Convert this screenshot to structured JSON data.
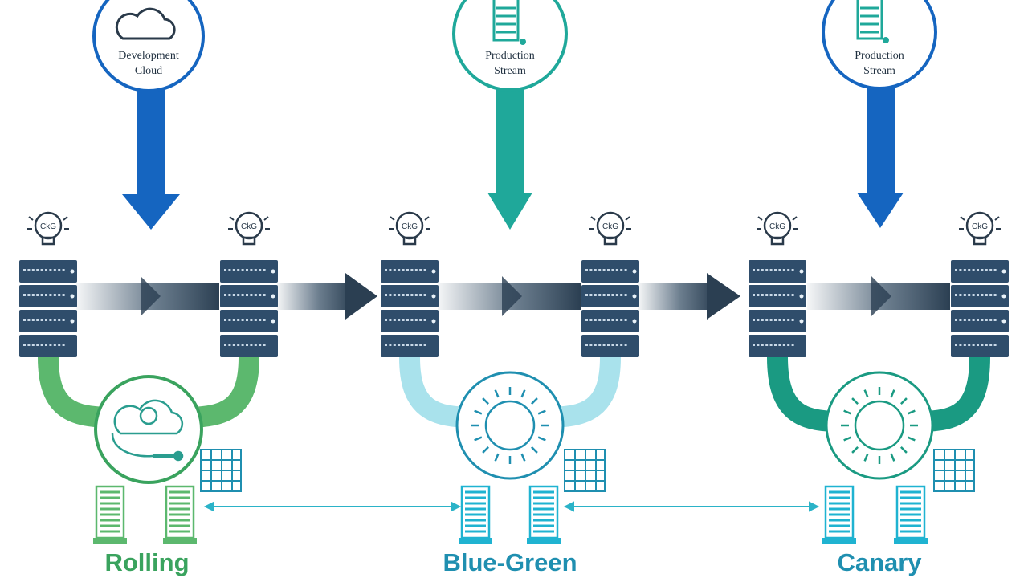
{
  "sources": [
    {
      "line1": "Development",
      "line2": "Cloud",
      "color": "#1565c0",
      "icon": "cloud-icon"
    },
    {
      "line1": "Production",
      "line2": "Stream",
      "color": "#1fa89a",
      "icon": "server-rack-icon"
    },
    {
      "line1": "Production",
      "line2": "Stream",
      "color": "#1565c0",
      "icon": "server-rack-icon"
    }
  ],
  "bulb_label": "CkG",
  "strategies": [
    {
      "name": "Rolling",
      "color": "#3aa35e",
      "pipe_color": "#5cb86e",
      "hub_icon": "cloud-sync-icon"
    },
    {
      "name": "Blue-Green",
      "color": "#1f8fb0",
      "pipe_color": "#a9e2ec",
      "hub_icon": "dial-icon"
    },
    {
      "name": "Canary",
      "color": "#1f8fb0",
      "pipe_color": "#1a9a82",
      "hub_icon": "dial-icon"
    }
  ],
  "colors": {
    "server": "#2f4d6b",
    "flow_arrow": "#3a5268",
    "link": "#2bb3c8"
  }
}
